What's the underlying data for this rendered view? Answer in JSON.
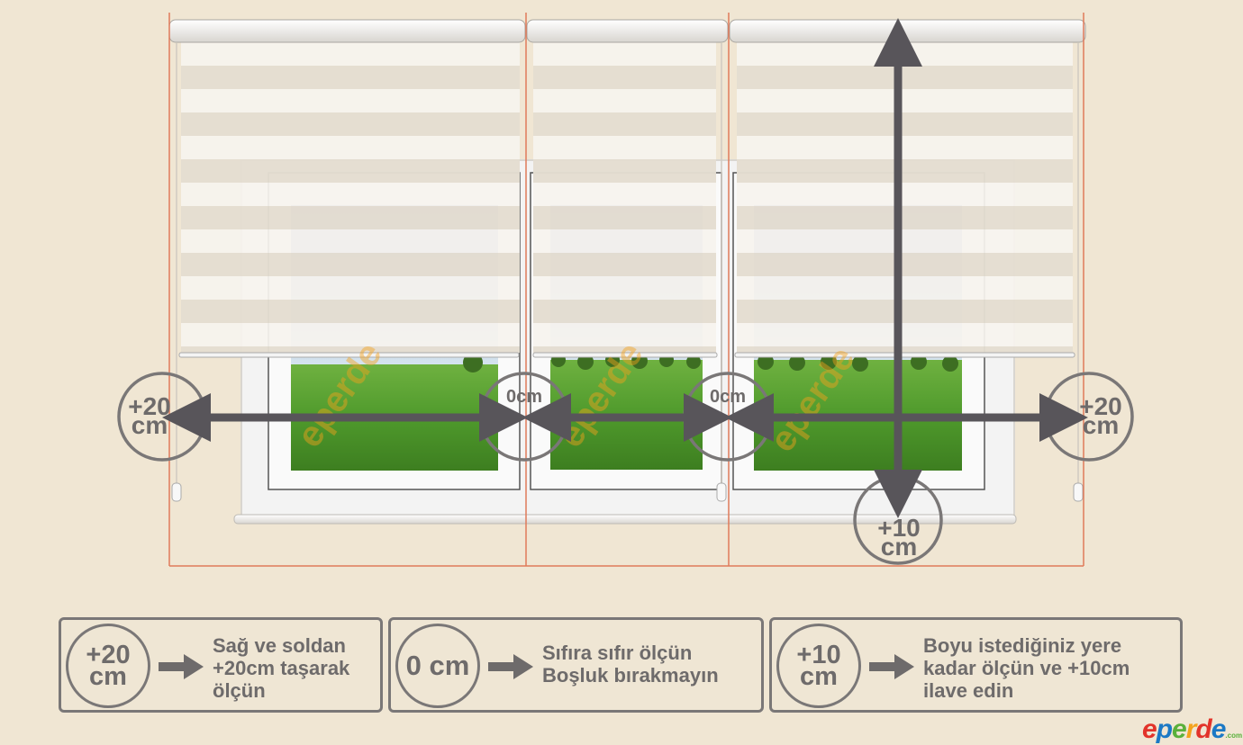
{
  "diagram": {
    "markers": {
      "left": {
        "line1": "+20",
        "line2": "cm"
      },
      "gap_1": {
        "label": "0cm"
      },
      "gap_2": {
        "label": "0cm"
      },
      "right": {
        "line1": "+20",
        "line2": "cm"
      },
      "bottom": {
        "line1": "+10",
        "line2": "cm"
      }
    },
    "watermark_text": "eperde"
  },
  "legend": [
    {
      "circle_line1": "+20",
      "circle_line2": "cm",
      "text": [
        "Sağ ve soldan",
        "+20cm taşarak",
        "ölçün"
      ]
    },
    {
      "circle_line1": "0 cm",
      "circle_line2": "",
      "text": [
        "Sıfıra sıfır ölçün",
        "Boşluk bırakmayın"
      ]
    },
    {
      "circle_line1": "+10",
      "circle_line2": "cm",
      "text": [
        "Boyu istediğiniz yere",
        "kadar ölçün ve +10cm",
        "ilave edin"
      ]
    }
  ],
  "brand": {
    "e1": "e",
    "p": "p",
    "e2": "e",
    "r": "r",
    "d": "d",
    "e3": "e",
    "suffix": ".com"
  },
  "colors": {
    "background": "#f0e6d3",
    "measure_line": "#e07a5a",
    "arrow": "#58555a",
    "circle": "#7a7777",
    "blind_stripe_dark": "#e4ddd1",
    "blind_stripe_light": "#f6f3ee"
  }
}
